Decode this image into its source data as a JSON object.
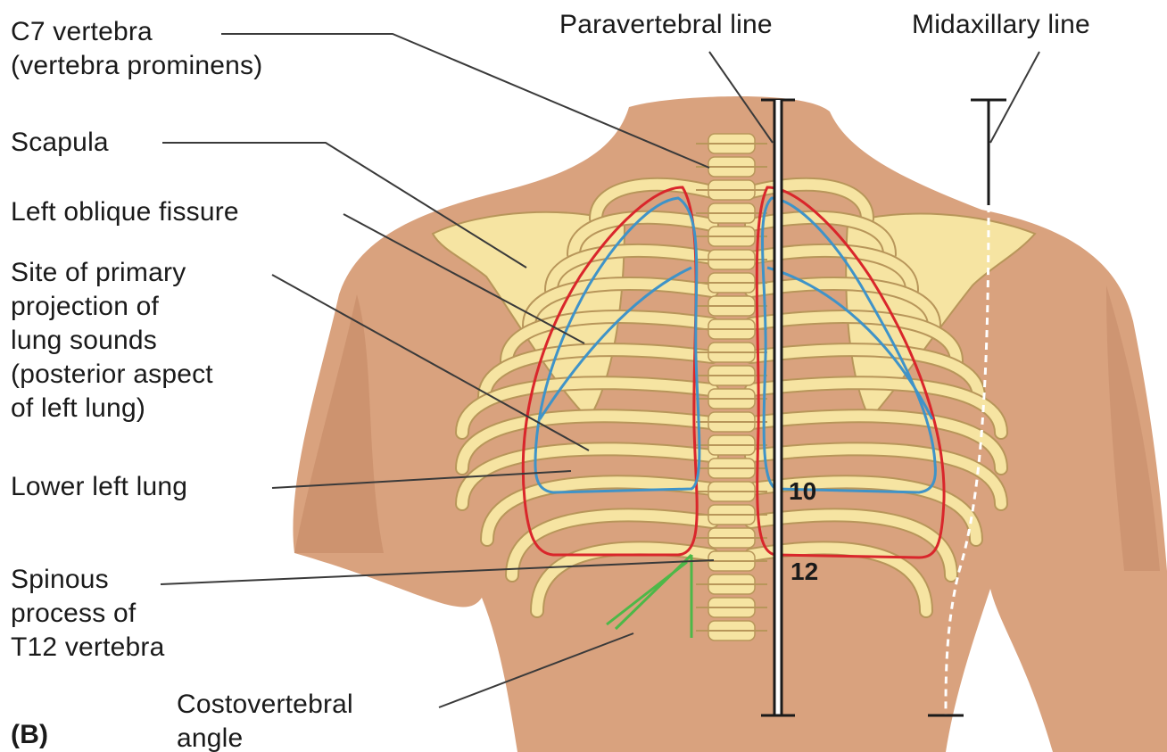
{
  "figure": {
    "panel_label": "(B)",
    "labels": {
      "c7_line1": "C7 vertebra",
      "c7_line2": "(vertebra prominens)",
      "scapula": "Scapula",
      "oblique": "Left oblique fissure",
      "site_lines": [
        "Site of primary",
        "projection of",
        "lung sounds",
        "(posterior aspect",
        "of left lung)"
      ],
      "lower_left_lung": "Lower left lung",
      "spinous_lines": [
        "Spinous",
        "process of",
        "T12 vertebra"
      ],
      "costo_line1": "Costovertebral",
      "costo_line2": "angle",
      "paravertebral": "Paravertebral line",
      "midaxillary": "Midaxillary line"
    },
    "rib_markers": [
      "10",
      "12"
    ],
    "colors": {
      "skin": "#d9a27e",
      "skin_shadow": "#c28663",
      "bone": "#f6e4a2",
      "bone_edge": "#b8965a",
      "pleura": "#d9262b",
      "lung": "#3f93c8",
      "costo_angle": "#4db848",
      "leader": "#3a3a3a"
    }
  }
}
